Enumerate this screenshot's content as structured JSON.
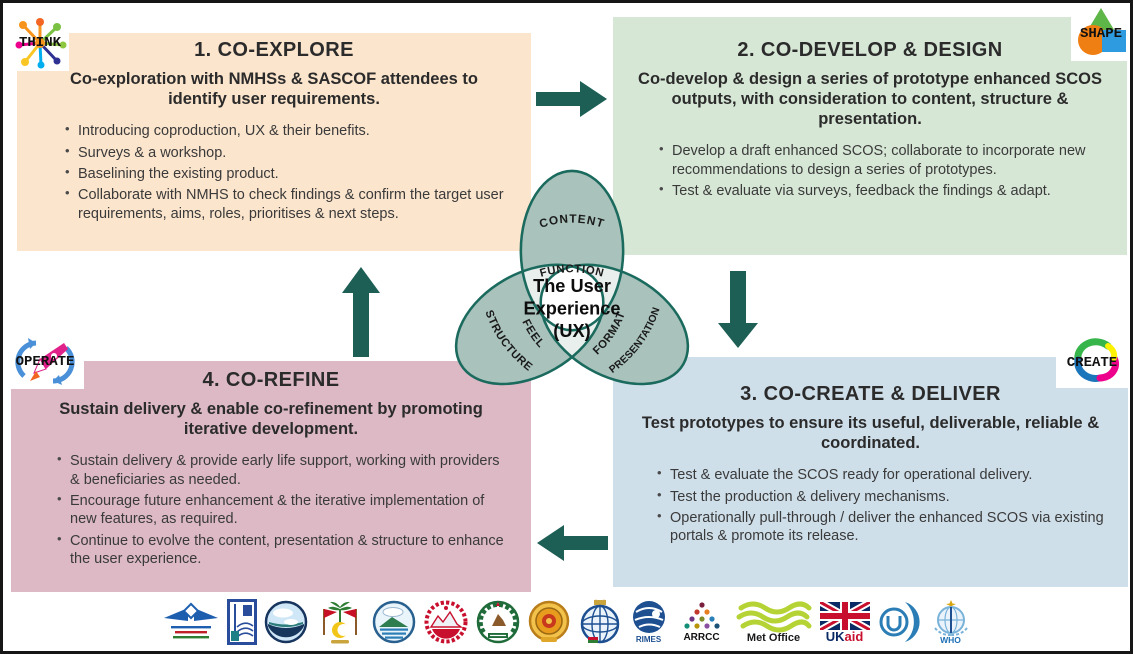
{
  "quadrants": [
    {
      "badge": "THINK",
      "title": "1. CO-EXPLORE",
      "subtitle": "Co-exploration with NMHSs & SASCOF attendees to identify user requirements.",
      "bullets": [
        "Introducing coproduction, UX & their benefits.",
        "Surveys & a workshop.",
        "Baselining the existing product.",
        "Collaborate with NMHS to check findings & confirm the target user requirements, aims, roles, prioritises & next steps."
      ],
      "bg_color": "#FCE5CD"
    },
    {
      "badge": "SHAPE",
      "title": "2. CO-DEVELOP & DESIGN",
      "subtitle": "Co-develop & design a series of prototype enhanced SCOS outputs, with consideration to content, structure & presentation.",
      "bullets": [
        "Develop a draft enhanced SCOS; collaborate to incorporate new recommendations to design a series of prototypes.",
        "Test & evaluate via surveys, feedback the findings & adapt."
      ],
      "bg_color": "#D7E7D6"
    },
    {
      "badge": "CREATE",
      "title": "3. CO-CREATE & DELIVER",
      "subtitle": "Test prototypes to ensure its useful, deliverable, reliable & coordinated.",
      "bullets": [
        "Test & evaluate the SCOS ready for operational delivery.",
        "Test the production & delivery mechanisms.",
        "Operationally pull-through / deliver the enhanced SCOS via existing portals & promote its release."
      ],
      "bg_color": "#CFDFEA"
    },
    {
      "badge": "OPERATE",
      "title": "4. CO-REFINE",
      "subtitle": "Sustain delivery & enable co-refinement by promoting iterative development.",
      "bullets": [
        "Sustain delivery & provide early life support, working with providers & beneficiaries as needed.",
        "Encourage future enhancement & the iterative implementation of new features, as required.",
        "Continue to evolve the content, presentation & structure to enhance the user experience."
      ],
      "bg_color": "#DCB9C4"
    }
  ],
  "ux_model": {
    "center_lines": [
      "The User",
      "Experience",
      "(UX)"
    ],
    "petals": [
      {
        "outer": "CONTENT",
        "inner": "FUNCTION"
      },
      {
        "outer": "STRUCTURE",
        "inner": "FEEL"
      },
      {
        "outer": "PRESENTATION",
        "inner": "FORMAT"
      }
    ]
  },
  "colors": {
    "arrow": "#1E5F55",
    "trefoil_outline": "#1B6A5E",
    "trefoil_outer_band": "#A9C2BB",
    "trefoil_inner_band": "#E8EFEC",
    "trefoil_center": "#FFFFFF"
  },
  "footer": {
    "logos": [
      {
        "id": "afghanistan-met-logo",
        "label": ""
      },
      {
        "id": "bangladesh-met-logo",
        "label": ""
      },
      {
        "id": "bhutan-hydromet-logo",
        "label": ""
      },
      {
        "id": "maldives-met-logo",
        "label": ""
      },
      {
        "id": "myanmar-dmh-logo",
        "label": ""
      },
      {
        "id": "nepal-government-logo",
        "label": ""
      },
      {
        "id": "pakistan-met-logo",
        "label": ""
      },
      {
        "id": "srilanka-met-logo",
        "label": ""
      },
      {
        "id": "india-imd-logo",
        "label": ""
      },
      {
        "id": "rimes-logo",
        "label": "RIMES"
      },
      {
        "id": "arrcc-logo",
        "label": "ARRCC"
      },
      {
        "id": "met-office-logo",
        "label": "Met Office"
      },
      {
        "id": "ukaid-logo",
        "label": "UKaid",
        "parts": [
          "UK",
          "aid"
        ]
      },
      {
        "id": "crescent-u-logo",
        "label": ""
      },
      {
        "id": "who-logo",
        "label": "WHO"
      }
    ]
  }
}
